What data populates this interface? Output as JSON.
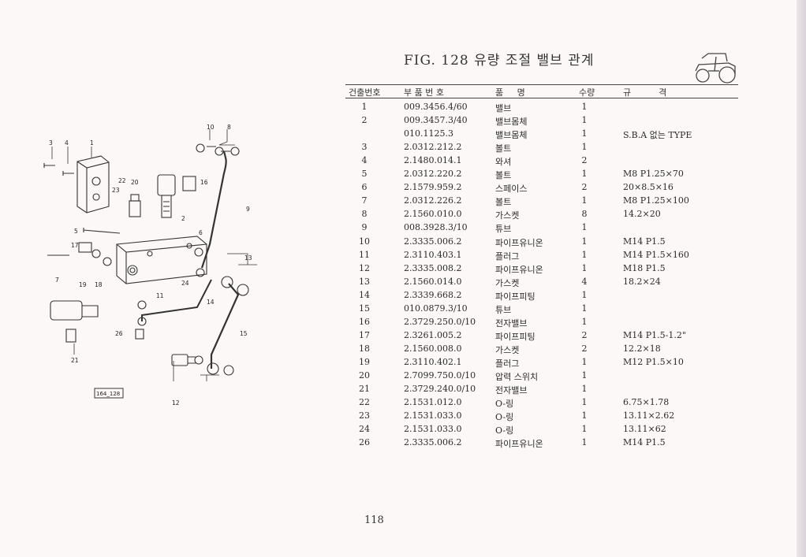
{
  "figure": {
    "title": "FIG. 128 유량 조절 밸브 관계",
    "image_code": "164_128"
  },
  "table": {
    "headers": {
      "no": "건출번호",
      "part_number": "부 품 번 호",
      "name": "품     명",
      "qty": "수량",
      "spec": "규          격"
    },
    "rows": [
      {
        "no": "1",
        "part_number": "009.3456.4/60",
        "name": "밸브",
        "qty": "1",
        "spec": ""
      },
      {
        "no": "2",
        "part_number": "009.3457.3/40",
        "name": "밸브몸체",
        "qty": "1",
        "spec": ""
      },
      {
        "no": "",
        "part_number": "010.1125.3",
        "name": "밸브몸체",
        "qty": "1",
        "spec": "S.B.A 없는 TYPE"
      },
      {
        "no": "3",
        "part_number": "2.0312.212.2",
        "name": "볼트",
        "qty": "1",
        "spec": ""
      },
      {
        "no": "4",
        "part_number": "2.1480.014.1",
        "name": "와셔",
        "qty": "2",
        "spec": ""
      },
      {
        "no": "5",
        "part_number": "2.0312.220.2",
        "name": "볼트",
        "qty": "1",
        "spec": "M8 P1.25×70"
      },
      {
        "no": "6",
        "part_number": "2.1579.959.2",
        "name": "스페이스",
        "qty": "2",
        "spec": "20×8.5×16"
      },
      {
        "no": "7",
        "part_number": "2.0312.226.2",
        "name": "볼트",
        "qty": "1",
        "spec": "M8 P1.25×100"
      },
      {
        "no": "8",
        "part_number": "2.1560.010.0",
        "name": "가스켓",
        "qty": "8",
        "spec": "14.2×20"
      },
      {
        "no": "9",
        "part_number": "008.3928.3/10",
        "name": "튜브",
        "qty": "1",
        "spec": ""
      },
      {
        "no": "10",
        "part_number": "2.3335.006.2",
        "name": "파이프유니온",
        "qty": "1",
        "spec": "M14 P1.5"
      },
      {
        "no": "11",
        "part_number": "2.3110.403.1",
        "name": "플러그",
        "qty": "1",
        "spec": "M14 P1.5×160"
      },
      {
        "no": "12",
        "part_number": "2.3335.008.2",
        "name": "파이프유니온",
        "qty": "1",
        "spec": "M18 P1.5"
      },
      {
        "no": "13",
        "part_number": "2.1560.014.0",
        "name": "가스켓",
        "qty": "4",
        "spec": "18.2×24"
      },
      {
        "no": "14",
        "part_number": "2.3339.668.2",
        "name": "파이프피팅",
        "qty": "1",
        "spec": ""
      },
      {
        "no": "15",
        "part_number": "010.0879.3/10",
        "name": "튜브",
        "qty": "1",
        "spec": ""
      },
      {
        "no": "16",
        "part_number": "2.3729.250.0/10",
        "name": "전자밸브",
        "qty": "1",
        "spec": ""
      },
      {
        "no": "17",
        "part_number": "2.3261.005.2",
        "name": "파이프피팅",
        "qty": "2",
        "spec": "M14 P1.5-1.2\""
      },
      {
        "no": "18",
        "part_number": "2.1560.008.0",
        "name": "가스켓",
        "qty": "2",
        "spec": "12.2×18"
      },
      {
        "no": "19",
        "part_number": "2.3110.402.1",
        "name": "플러그",
        "qty": "1",
        "spec": "M12 P1.5×10"
      },
      {
        "no": "20",
        "part_number": "2.7099.750.0/10",
        "name": "압력 스위치",
        "qty": "1",
        "spec": ""
      },
      {
        "no": "21",
        "part_number": "2.3729.240.0/10",
        "name": "전자밸브",
        "qty": "1",
        "spec": ""
      },
      {
        "no": "22",
        "part_number": "2.1531.012.0",
        "name": "O-링",
        "qty": "1",
        "spec": "6.75×1.78"
      },
      {
        "no": "23",
        "part_number": "2.1531.033.0",
        "name": "O-링",
        "qty": "1",
        "spec": "13.11×2.62"
      },
      {
        "no": "24",
        "part_number": "2.1531.033.0",
        "name": "O-링",
        "qty": "1",
        "spec": "13.11×62"
      },
      {
        "no": "26",
        "part_number": "2.3335.006.2",
        "name": "파이프유니온",
        "qty": "1",
        "spec": "M14 P1.5"
      }
    ]
  },
  "diagram": {
    "callouts": [
      "1",
      "2",
      "3",
      "4",
      "5",
      "6",
      "7",
      "8",
      "9",
      "10",
      "11",
      "12",
      "13",
      "14",
      "15",
      "16",
      "17",
      "18",
      "19",
      "20",
      "21",
      "22",
      "23",
      "24",
      "26"
    ]
  },
  "footer": {
    "page_number": "118"
  }
}
